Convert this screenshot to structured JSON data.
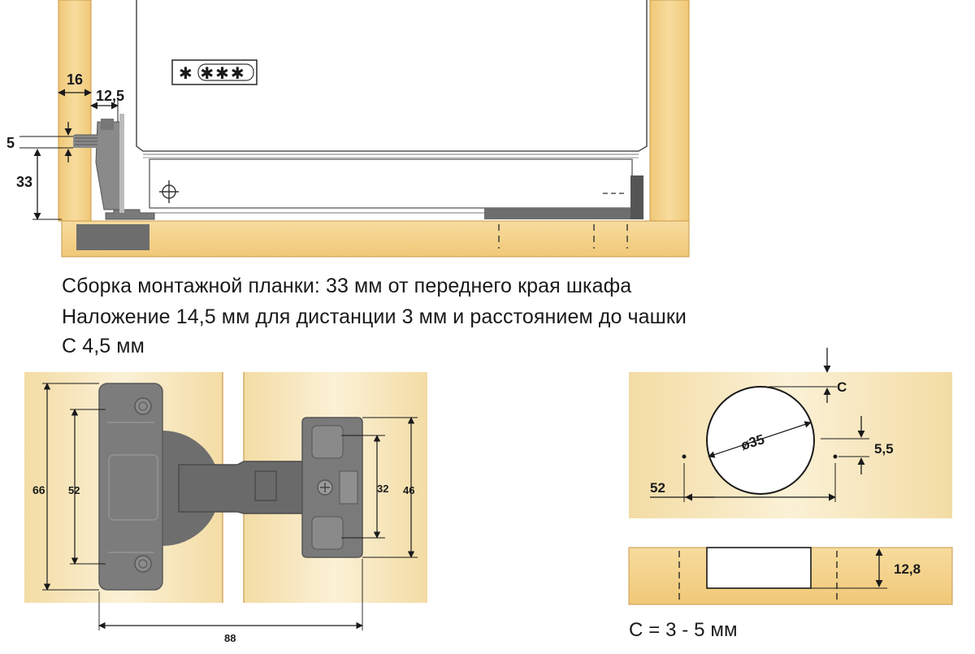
{
  "captions": {
    "line1": "Сборка монтажной планки: 33 мм от переднего края шкафа",
    "line2": "Наложение 14,5 мм для дистанции 3 мм и расстоянием до чашки",
    "line3": "С 4,5 мм",
    "formula": "С = 3 - 5 мм"
  },
  "top_view": {
    "dim_panel_thickness": "16",
    "dim_plate_offset": "12,5",
    "dim_vertical_small": "5",
    "dim_vertical_front": "33",
    "label_symbols": "✱ ✱✱✱"
  },
  "hinge_view": {
    "dim_cup_height_outer": "66",
    "dim_cup_height_inner": "52",
    "dim_plate_inner": "32",
    "dim_plate_outer": "46",
    "dim_total_width": "88"
  },
  "drilling_view": {
    "dim_c": "C",
    "dim_cup_diameter": "ø35",
    "dim_screw_offset": "5,5",
    "dim_screw_spacing": "52",
    "dim_cup_depth": "12,8"
  },
  "colors": {
    "wood": "#f4d08a",
    "wood_edge": "#c99a4a",
    "panel_light": "#fbf1d2",
    "metal": "#6d6d6d",
    "metal_dark": "#4a4a4a"
  }
}
